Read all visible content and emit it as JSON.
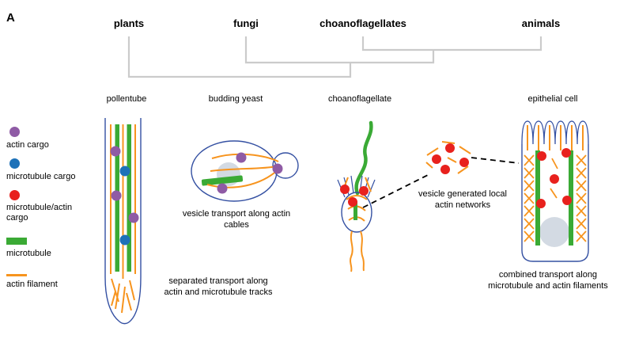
{
  "panel_label": "A",
  "tree": {
    "taxa": [
      "plants",
      "fungi",
      "choanoflagellates",
      "animals"
    ]
  },
  "legend": {
    "items": [
      {
        "id": "actin-cargo",
        "label": "actin cargo",
        "shape": "circle",
        "color": "#8f5ba5"
      },
      {
        "id": "microtubule-cargo",
        "label": "microtubule cargo",
        "shape": "circle",
        "color": "#1d71b8"
      },
      {
        "id": "microtubule-actin-cargo",
        "label": "microtubule/actin cargo",
        "shape": "circle",
        "color": "#e8211d"
      },
      {
        "id": "microtubule",
        "label": "microtubule",
        "shape": "bar",
        "color": "#3aaa35"
      },
      {
        "id": "actin-filament",
        "label": "actin filament",
        "shape": "line",
        "color": "#f7941e"
      }
    ]
  },
  "cells": {
    "pollentube": {
      "label": "pollentube",
      "caption": "separated transport along actin and microtubule tracks"
    },
    "budding_yeast": {
      "label": "budding yeast",
      "caption": "vesicle transport along actin cables"
    },
    "choanoflagellate": {
      "label": "choanoflagellate",
      "caption": "vesicle generated local actin networks"
    },
    "epithelial": {
      "label": "epithelial cell",
      "caption": "combined transport along microtubule and actin filaments"
    }
  },
  "colors": {
    "microtubule_green": "#3aaa35",
    "actin_orange": "#f7941e",
    "actin_cargo_purple": "#8f5ba5",
    "microtubule_cargo_blue": "#1d71b8",
    "dual_cargo_red": "#e8211d",
    "cell_outline_blue": "#3450a2",
    "tree_gray": "#cbcbcb",
    "nucleus_gray": "#d3dae3"
  }
}
